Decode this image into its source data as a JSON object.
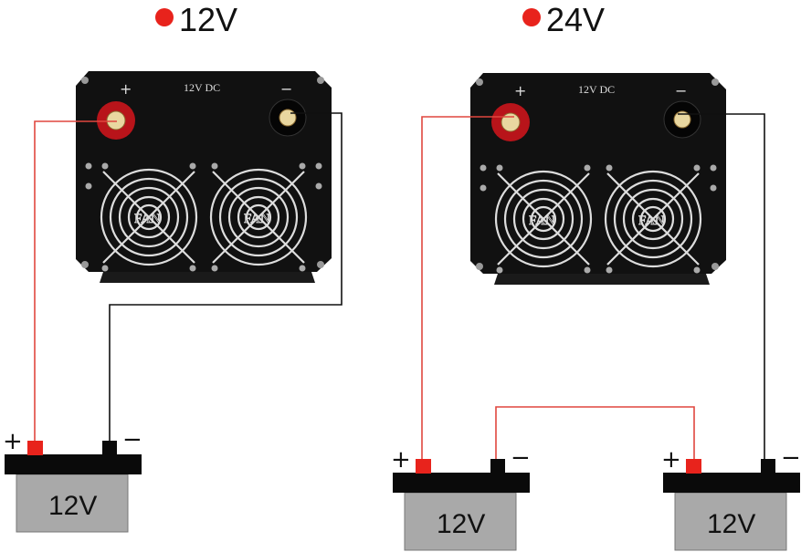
{
  "configurations": [
    {
      "title": "12V",
      "inverter_label": "12V DC",
      "batteries": [
        {
          "label": "12V"
        }
      ]
    },
    {
      "title": "24V",
      "inverter_label": "12V DC",
      "batteries": [
        {
          "label": "12V"
        },
        {
          "label": "12V"
        }
      ]
    }
  ],
  "symbols": {
    "positive": "+",
    "negative": "−",
    "inverter_positive": "+",
    "inverter_negative": "−"
  },
  "fan_label": "FAN",
  "colors": {
    "dot": "#e8231c",
    "positive_wire": "#e0473f",
    "negative_wire": "#111111",
    "positive_terminal": "#e8231c",
    "battery_body": "#a9a9a9",
    "battery_top": "#0a0a0a",
    "inverter": "#111111"
  }
}
